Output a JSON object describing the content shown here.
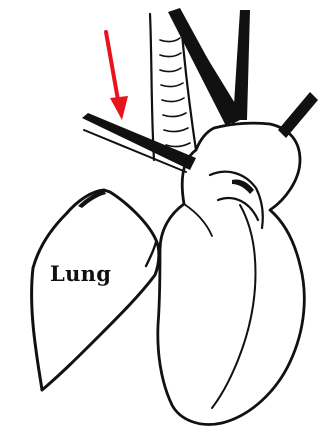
{
  "labels": {
    "lung": "Lung"
  },
  "colors": {
    "arrow": "#e8141c",
    "ink": "#111111",
    "background": "#ffffff"
  },
  "structures": [
    "trachea",
    "left-lung",
    "heart",
    "aortic-arch",
    "great-vessels",
    "pulmonary-artery"
  ],
  "annotations": [
    {
      "type": "arrow",
      "points_to": "vessel"
    }
  ]
}
